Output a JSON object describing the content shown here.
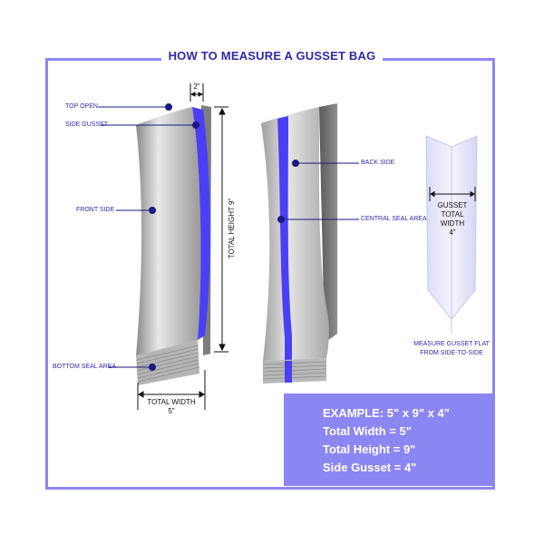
{
  "title": "HOW TO MEASURE A GUSSET BAG",
  "labels": {
    "top_open": "TOP OPEN",
    "side_gusset": "SIDE GUSSET",
    "front_side": "FRONT SIDE",
    "bottom_seal_area": "BOTTOM SEAL AREA",
    "back_side": "BACK SIDE",
    "central_seal_area": "CENTRAL SEAL AREA"
  },
  "dimensions": {
    "gusset_top": "2\"",
    "total_height": "TOTAL HEIGHT 9\"",
    "total_width_label": "TOTAL WIDTH",
    "total_width_value": "5\"",
    "gusset_total_line1": "GUSSET",
    "gusset_total_line2": "TOTAL",
    "gusset_total_line3": "WIDTH",
    "gusset_total_value": "4\"",
    "measure_note_line1": "MEASURE GUSSET FLAT",
    "measure_note_line2": "FROM SIDE-TO-SIDE"
  },
  "example": {
    "heading": "EXAMPLE: 5\" x 9\" x 4\"",
    "width": "Total Width = 5\"",
    "height": "Total Height = 9\"",
    "gusset": "Side Gusset = 4\""
  },
  "colors": {
    "accent": "#8c86f2",
    "label_blue": "#2f2aa8",
    "seal_blue": "#4a3ff5"
  }
}
